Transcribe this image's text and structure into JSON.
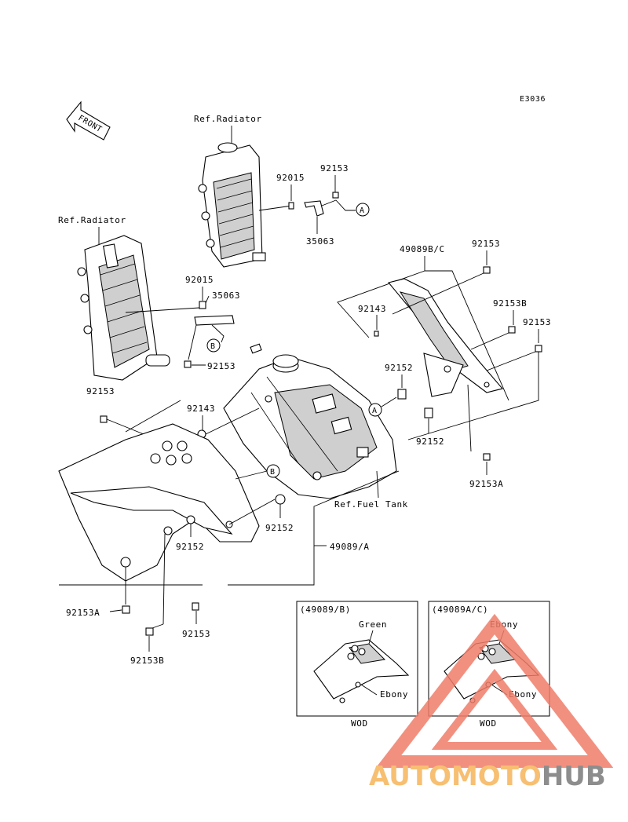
{
  "diagram_code": "E3036",
  "front_label": "FRONT",
  "labels": {
    "ref_radiator_top": "Ref.Radiator",
    "ref_radiator_left": "Ref.Radiator",
    "ref_fuel_tank": "Ref.Fuel Tank",
    "p92015_top": "92015",
    "p92153_top": "92153",
    "p35063_top": "35063",
    "p92015_left": "92015",
    "p35063_left": "35063",
    "p92153_left": "92153",
    "p49089bc": "49089B/C",
    "p92153_r1": "92153",
    "p92143_r": "92143",
    "p92153B_r": "92153B",
    "p92153_r2": "92153",
    "p92152_r1": "92152",
    "p92152_r2": "92152",
    "p92153A_r": "92153A",
    "p92153_lf": "92153",
    "p92143_lf": "92143",
    "p92152_m": "92152",
    "p92152_lf": "92152",
    "p49089a": "49089/A",
    "p92153A_bl": "92153A",
    "p92153_b": "92153",
    "p92153B_bl": "92153B",
    "callout_a1": "A",
    "callout_a2": "A",
    "callout_b1": "B",
    "callout_b2": "B"
  },
  "inset_left": {
    "title": "(49089/B)",
    "color_top": "Green",
    "color_bottom": "Ebony",
    "caption": "WOD"
  },
  "inset_right": {
    "title": "(49089A/C)",
    "color_top": "Ebony",
    "color_bottom": "Ebony",
    "caption": "WOD"
  },
  "watermark": {
    "part1": "AUTOMOTO",
    "part2": "HUB",
    "color_primary": "#f07d6a",
    "color_accent": "#f6b45a",
    "color_dark": "#7a7a7a"
  }
}
